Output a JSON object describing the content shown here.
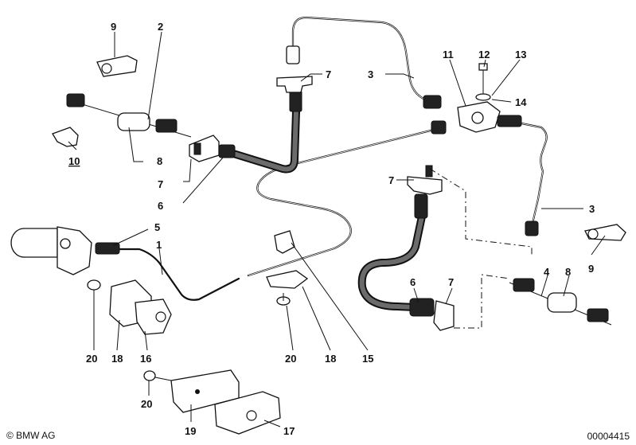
{
  "diagram": {
    "callouts": [
      {
        "id": "c9a",
        "text": "9"
      },
      {
        "id": "c2",
        "text": "2"
      },
      {
        "id": "c7a",
        "text": "7"
      },
      {
        "id": "c3a",
        "text": "3"
      },
      {
        "id": "c11",
        "text": "11"
      },
      {
        "id": "c12",
        "text": "12"
      },
      {
        "id": "c13",
        "text": "13"
      },
      {
        "id": "c14",
        "text": "14"
      },
      {
        "id": "c8a",
        "text": "8"
      },
      {
        "id": "c10",
        "text": "10"
      },
      {
        "id": "c7b",
        "text": "7"
      },
      {
        "id": "c6a",
        "text": "6"
      },
      {
        "id": "c7c",
        "text": "7"
      },
      {
        "id": "c3b",
        "text": "3"
      },
      {
        "id": "c5",
        "text": "5"
      },
      {
        "id": "c1",
        "text": "1"
      },
      {
        "id": "c9b",
        "text": "9"
      },
      {
        "id": "c4",
        "text": "4"
      },
      {
        "id": "c8b",
        "text": "8"
      },
      {
        "id": "c6b",
        "text": "6"
      },
      {
        "id": "c7d",
        "text": "7"
      },
      {
        "id": "c20a",
        "text": "20"
      },
      {
        "id": "c18a",
        "text": "18"
      },
      {
        "id": "c16",
        "text": "16"
      },
      {
        "id": "c20b",
        "text": "20"
      },
      {
        "id": "c18b",
        "text": "18"
      },
      {
        "id": "c15",
        "text": "15"
      },
      {
        "id": "c20c",
        "text": "20"
      },
      {
        "id": "c19",
        "text": "19"
      },
      {
        "id": "c17",
        "text": "17"
      }
    ]
  },
  "footer": {
    "copyright": "© BMW AG",
    "doc_number": "00004415"
  }
}
